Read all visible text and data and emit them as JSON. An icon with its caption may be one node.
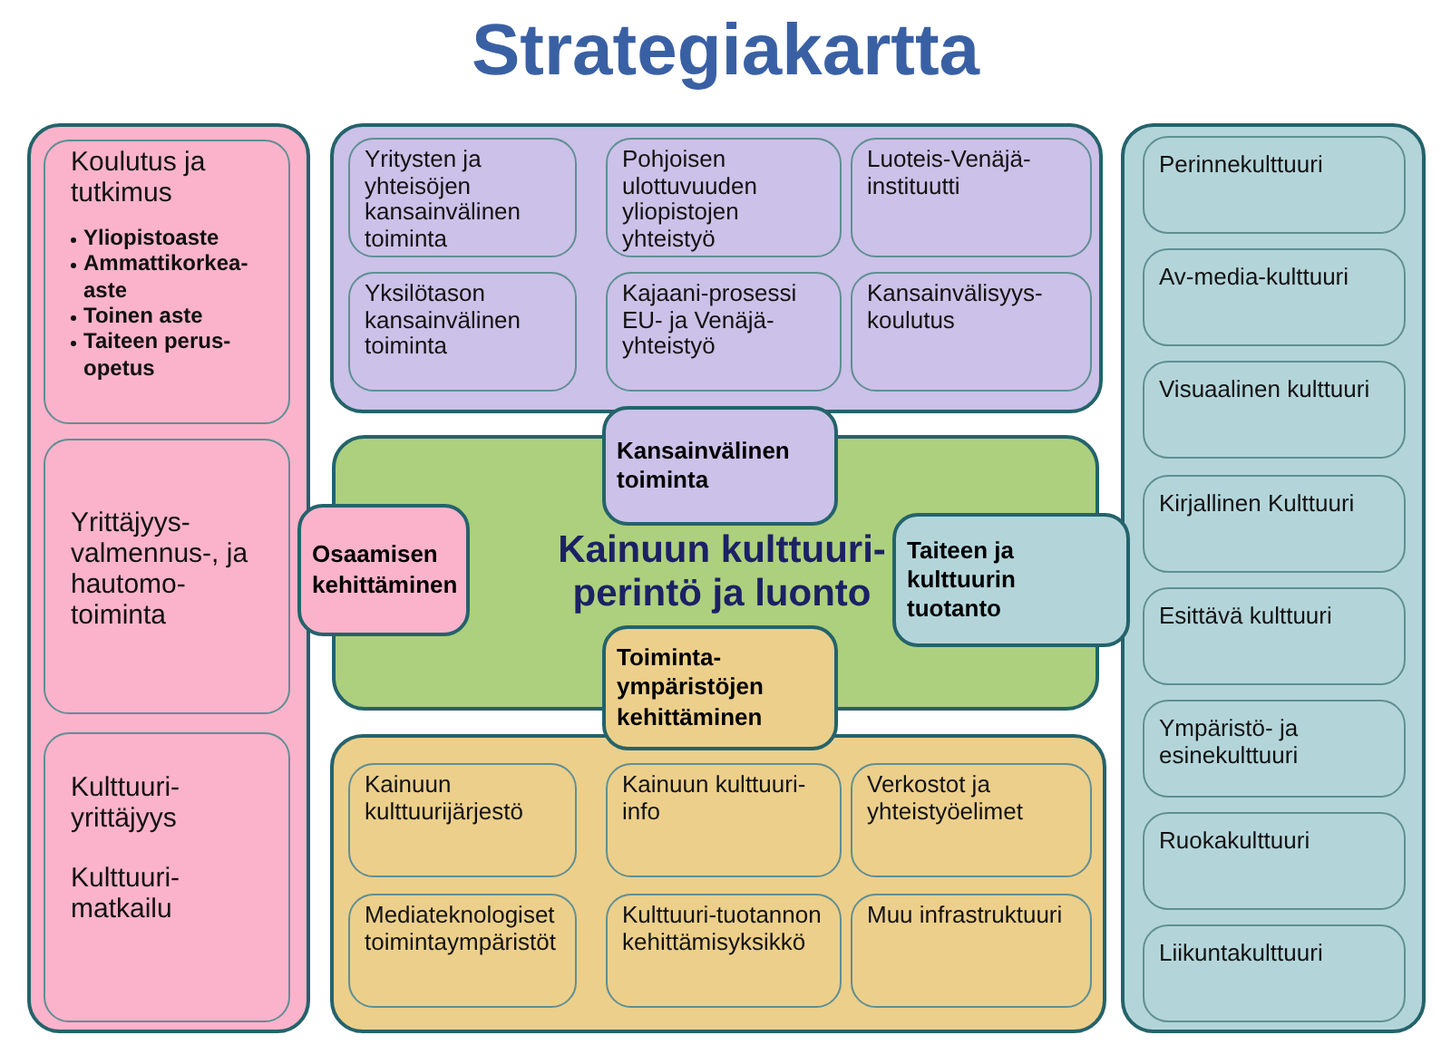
{
  "diagram": {
    "title": "Strategiakartta",
    "nodes": [
      {
        "text": [],
        "shape": "box"
      },
      {
        "text": [
          "Koulutus ja tutkimus",
          "Yliopistoaste",
          "Ammattikorkea-aste",
          "Toinen aste",
          "Taiteen perus-opetus"
        ],
        "in": 0
      },
      {
        "text": [
          "Yrittäjyys-valmennus-, ja hautomo-toiminta"
        ],
        "in": 0
      },
      {
        "text": [
          "Kulttuuri-yrittäjyys",
          "Kulttuuri-matkailu"
        ],
        "in": 0
      },
      {
        "text": [],
        "shape": "box"
      },
      {
        "text": [
          "Yritysten ja yhteisöjen kansainvälinen toiminta"
        ],
        "in": 4
      },
      {
        "text": [
          "Pohjoisen ulottuvuuden yliopistojen yhteistyö"
        ],
        "in": 4
      },
      {
        "text": [
          "Luoteis-Venäjä-instituutti"
        ],
        "in": 4
      },
      {
        "text": [
          "Yksilötason kansainvälinen toiminta"
        ],
        "in": 4
      },
      {
        "text": [
          "Kajaani-prosessi EU- ja Venäjä-yhteistyö"
        ],
        "in": 4
      },
      {
        "text": [
          "Kansainvälisyys-koulutus"
        ],
        "in": 4
      },
      {
        "text": [
          "Kainuun kulttuuri-perintö ja luonto"
        ]
      },
      {
        "text": [
          "Kansainvälinen toiminta"
        ]
      },
      {
        "text": [
          "Osaamisen kehittäminen"
        ]
      },
      {
        "text": [
          "Taiteen ja kulttuurin tuotanto"
        ]
      },
      {
        "text": [
          "Toiminta-ympäristöjen kehittäminen"
        ]
      },
      {
        "text": [],
        "shape": "box"
      },
      {
        "text": [
          "Kainuun kulttuurijärjestö"
        ],
        "in": 16
      },
      {
        "text": [
          "Kainuun kulttuuri-info"
        ],
        "in": 16
      },
      {
        "text": [
          "Verkostot ja yhteistyöelimet"
        ],
        "in": 16
      },
      {
        "text": [
          "Mediateknologiset toimintaympäristöt"
        ],
        "in": 16
      },
      {
        "text": [
          "Kulttuuri-tuotannon kehittämisyksikkö"
        ],
        "in": 16
      },
      {
        "text": [
          "Muu infrastruktuuri"
        ],
        "in": 16
      },
      {
        "text": [],
        "shape": "box"
      },
      {
        "text": [
          "Perinnekulttuuri"
        ],
        "in": 23
      },
      {
        "text": [
          "Av-media-kulttuuri"
        ],
        "in": 23
      },
      {
        "text": [
          "Visuaalinen kulttuuri"
        ],
        "in": 23
      },
      {
        "text": [
          "Kirjallinen Kulttuuri"
        ],
        "in": 23
      },
      {
        "text": [
          "Esittävä kulttuuri"
        ],
        "in": 23
      },
      {
        "text": [
          "Ympäristö- ja esinekulttuuri"
        ],
        "in": 23
      },
      {
        "text": [
          "Ruokakulttuuri"
        ],
        "in": 23
      },
      {
        "text": [
          "Liikuntakulttuuri"
        ],
        "in": 23
      }
    ]
  }
}
